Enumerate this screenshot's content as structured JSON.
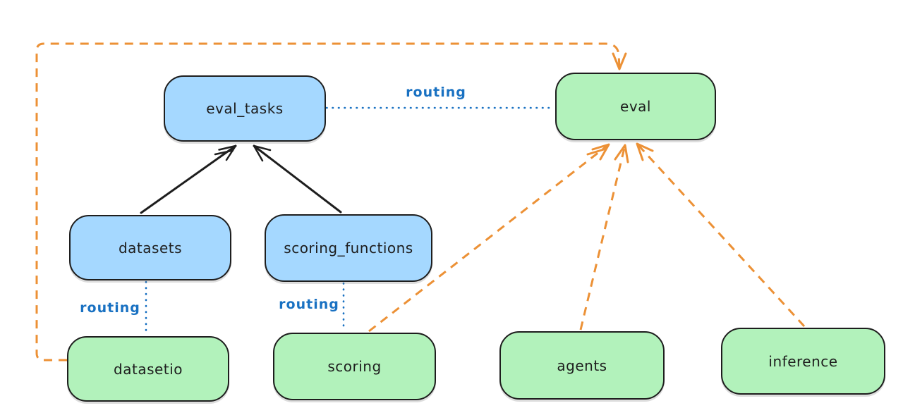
{
  "diagram": {
    "nodes": {
      "eval_tasks": {
        "label": "eval_tasks",
        "fill": "blue"
      },
      "eval": {
        "label": "eval",
        "fill": "green"
      },
      "datasets": {
        "label": "datasets",
        "fill": "blue"
      },
      "scoring_functions": {
        "label": "scoring_functions",
        "fill": "blue"
      },
      "datasetio": {
        "label": "datasetio",
        "fill": "green"
      },
      "scoring": {
        "label": "scoring",
        "fill": "green"
      },
      "agents": {
        "label": "agents",
        "fill": "green"
      },
      "inference": {
        "label": "inference",
        "fill": "green"
      }
    },
    "edges": [
      {
        "from": "datasets",
        "to": "eval_tasks",
        "style": "solid-black-arrow",
        "label": ""
      },
      {
        "from": "scoring_functions",
        "to": "eval_tasks",
        "style": "solid-black-arrow",
        "label": ""
      },
      {
        "from": "eval_tasks",
        "to": "eval",
        "style": "dotted-blue",
        "label": "routing"
      },
      {
        "from": "datasets",
        "to": "datasetio",
        "style": "dotted-blue",
        "label": "routing"
      },
      {
        "from": "scoring_functions",
        "to": "scoring",
        "style": "dotted-blue",
        "label": "routing"
      },
      {
        "from": "datasetio",
        "to": "eval",
        "style": "dashed-orange-arrow",
        "label": ""
      },
      {
        "from": "scoring",
        "to": "eval",
        "style": "dashed-orange-arrow",
        "label": ""
      },
      {
        "from": "agents",
        "to": "eval",
        "style": "dashed-orange-arrow",
        "label": ""
      },
      {
        "from": "inference",
        "to": "eval",
        "style": "dashed-orange-arrow",
        "label": ""
      }
    ],
    "edge_labels": {
      "routing_top": "routing",
      "routing_datasets": "routing",
      "routing_scoring": "routing"
    },
    "colors": {
      "background": "#ffffff",
      "node_stroke": "#1e1e1e",
      "blue_node_fill": "#a5d8ff",
      "green_node_fill": "#b2f2bb",
      "routing_blue": "#1971c2",
      "orange": "#ec9136"
    }
  }
}
